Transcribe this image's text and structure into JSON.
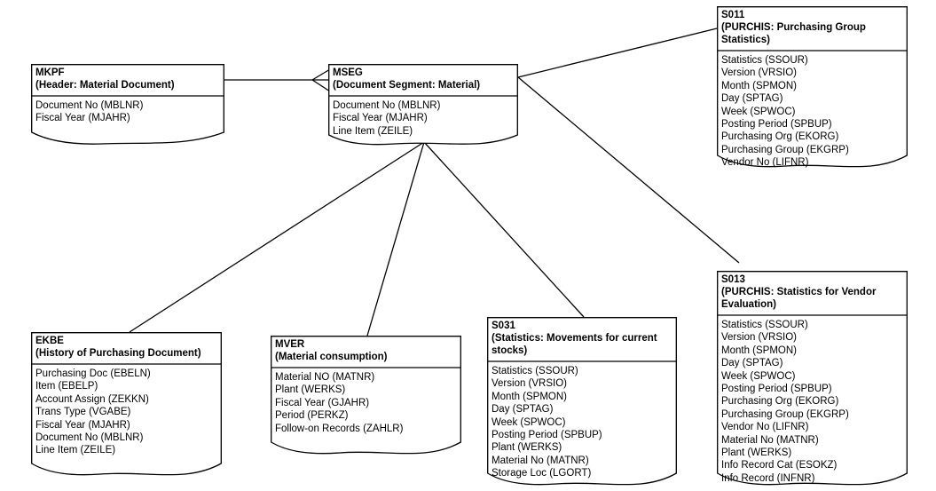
{
  "diagram": {
    "title": "SAP Material Document ER Diagram",
    "type": "entity-relationship",
    "background": "#ffffff",
    "line_color": "#000000",
    "text_color": "#000000"
  },
  "entities": [
    {
      "id": "MKPF",
      "name": "MKPF",
      "description": "(Header: Material Document)",
      "attributes": [
        "Document No (MBLNR)",
        "Fiscal Year (MJAHR)"
      ]
    },
    {
      "id": "MSEG",
      "name": "MSEG",
      "description": "(Document Segment: Material)",
      "attributes": [
        "Document No (MBLNR)",
        "Fiscal Year (MJAHR)",
        "Line Item (ZEILE)"
      ]
    },
    {
      "id": "S011",
      "name": "S011",
      "description": "(PURCHIS: Purchasing Group Statistics)",
      "attributes": [
        "Statistics (SSOUR)",
        "Version (VRSIO)",
        "Month (SPMON)",
        "Day (SPTAG)",
        "Week (SPWOC)",
        "Posting Period (SPBUP)",
        "Purchasing Org (EKORG)",
        "Purchasing Group (EKGRP)",
        "Vendor No (LIFNR)"
      ]
    },
    {
      "id": "S013",
      "name": "S013",
      "description": "(PURCHIS: Statistics for Vendor Evaluation)",
      "attributes": [
        "Statistics (SSOUR)",
        "Version (VRSIO)",
        "Month (SPMON)",
        "Day (SPTAG)",
        "Week (SPWOC)",
        "Posting Period (SPBUP)",
        "Purchasing Org (EKORG)",
        "Purchasing Group (EKGRP)",
        "Vendor No (LIFNR)",
        "Material No (MATNR)",
        "Plant (WERKS)",
        "Info Record Cat (ESOKZ)",
        "Info Record (INFNR)"
      ]
    },
    {
      "id": "EKBE",
      "name": "EKBE",
      "description": "(History of Purchasing Document)",
      "attributes": [
        "Purchasing Doc (EBELN)",
        "Item (EBELP)",
        "Account Assign (ZEKKN)",
        "Trans Type (VGABE)",
        "Fiscal Year (MJAHR)",
        "Document No (MBLNR)",
        "Line Item (ZEILE)"
      ]
    },
    {
      "id": "MVER",
      "name": "MVER",
      "description": "(Material consumption)",
      "attributes": [
        "Material NO (MATNR)",
        "Plant (WERKS)",
        "Fiscal Year (GJAHR)",
        "Period (PERKZ)",
        "Follow-on Records (ZAHLR)"
      ]
    },
    {
      "id": "S031",
      "name": "S031",
      "description": "(Statistics: Movements for current stocks)",
      "attributes": [
        "Statistics (SSOUR)",
        "Version (VRSIO)",
        "Month (SPMON)",
        "Day (SPTAG)",
        "Week (SPWOC)",
        "Posting Period (SPBUP)",
        "Plant (WERKS)",
        "Material No (MATNR)",
        "Storage Loc (LGORT)"
      ]
    }
  ],
  "relationships": [
    {
      "from": "MKPF",
      "to": "MSEG",
      "notation": "crows-foot"
    },
    {
      "from": "MSEG",
      "to": "S011",
      "notation": "crows-foot"
    },
    {
      "from": "MSEG",
      "to": "S013",
      "notation": "crows-foot"
    },
    {
      "from": "MSEG",
      "to": "EKBE",
      "notation": "crows-foot"
    },
    {
      "from": "MSEG",
      "to": "MVER",
      "notation": "crows-foot"
    },
    {
      "from": "MSEG",
      "to": "S031",
      "notation": "crows-foot"
    }
  ]
}
